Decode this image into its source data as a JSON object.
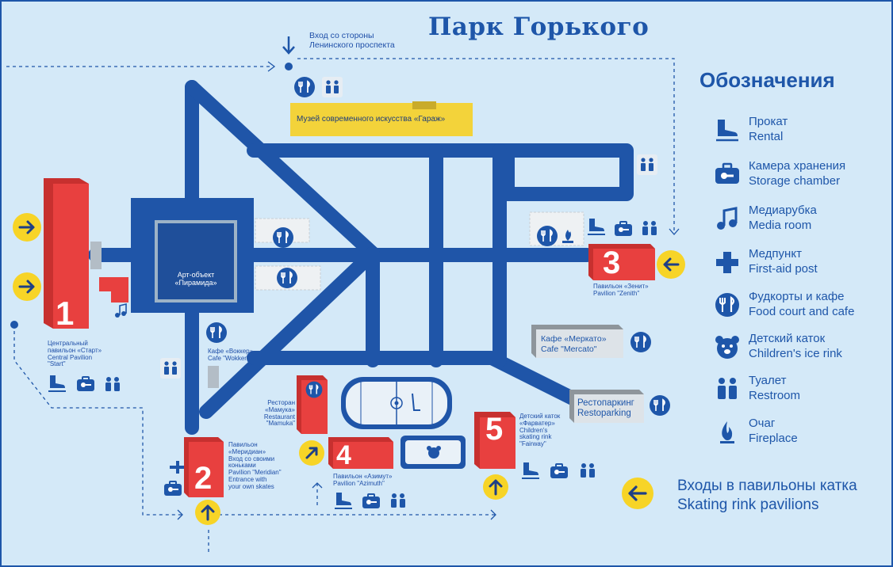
{
  "title": "Парк Горького",
  "entrance_top": {
    "line1": "Вход со стороны",
    "line2": "Ленинского проспекта"
  },
  "garage": "Музей современного искусства «Гараж»",
  "pyramid": {
    "line1": "Арт-объект",
    "line2": "«Пирамида»"
  },
  "pavilion1": {
    "num": "1",
    "l1": "Центральный",
    "l2": "павильон «Старт»",
    "l3": "Central Pavilion",
    "l4": "\"Start\""
  },
  "pavilion2": {
    "num": "2",
    "l1": "Павильон",
    "l2": "«Меридиан»",
    "l3": "Вход со своими",
    "l4": "коньками",
    "l5": "Pavilion \"Meridian\"",
    "l6": "Entrance with",
    "l7": "your own skates"
  },
  "pavilion3": {
    "num": "3",
    "l1": "Павильон «Зенит»",
    "l2": "Pavilion \"Zenith\""
  },
  "pavilion4": {
    "num": "4",
    "l1": "Павильон «Азимут»",
    "l2": "Pavilion \"Azimuth\""
  },
  "pavilion5": {
    "num": "5",
    "l1": "Детский каток",
    "l2": "«Фарватер»",
    "l3": "Children's",
    "l4": "skating rink",
    "l5": "\"Fairway\""
  },
  "cafe_wokker": {
    "l1": "Кафе «Воккер»",
    "l2": "Cafe \"Wokker\""
  },
  "restaurant": {
    "l1": "Ресторан",
    "l2": "«Мамука»",
    "l3": "Restaurant",
    "l4": "\"Mamuka\""
  },
  "cafe_mercato": {
    "l1": "Кафе «Меркато»",
    "l2": "Cafe \"Mercato\""
  },
  "restoparking": {
    "l1": "Рестопаркинг",
    "l2": "Restoparking"
  },
  "legend": {
    "title": "Обозначения",
    "items": [
      {
        "icon": "skate-icon",
        "ru": "Прокат",
        "en": "Rental"
      },
      {
        "icon": "storage-icon",
        "ru": "Камера хранения",
        "en": "Storage chamber"
      },
      {
        "icon": "music-note-icon",
        "ru": "Медиарубка",
        "en": "Media room"
      },
      {
        "icon": "first-aid-icon",
        "ru": "Медпункт",
        "en": "First-aid post"
      },
      {
        "icon": "food-icon",
        "ru": "Фудкорты и кафе",
        "en": "Food court and cafe"
      },
      {
        "icon": "bear-icon",
        "ru": "Детский каток",
        "en": "Children's ice rink"
      },
      {
        "icon": "restroom-icon",
        "ru": "Туалет",
        "en": "Restroom"
      },
      {
        "icon": "fireplace-icon",
        "ru": "Очаг",
        "en": "Fireplace"
      }
    ]
  },
  "entrances": {
    "ru": "Входы в павильоны катка",
    "en": "Skating rink pavilions"
  },
  "colors": {
    "background": "#d4e9f8",
    "path_blue": "#1f55a8",
    "pavilion_red": "#e8403f",
    "garage_yellow": "#f3d33a",
    "entrance_yellow": "#f7d427"
  }
}
